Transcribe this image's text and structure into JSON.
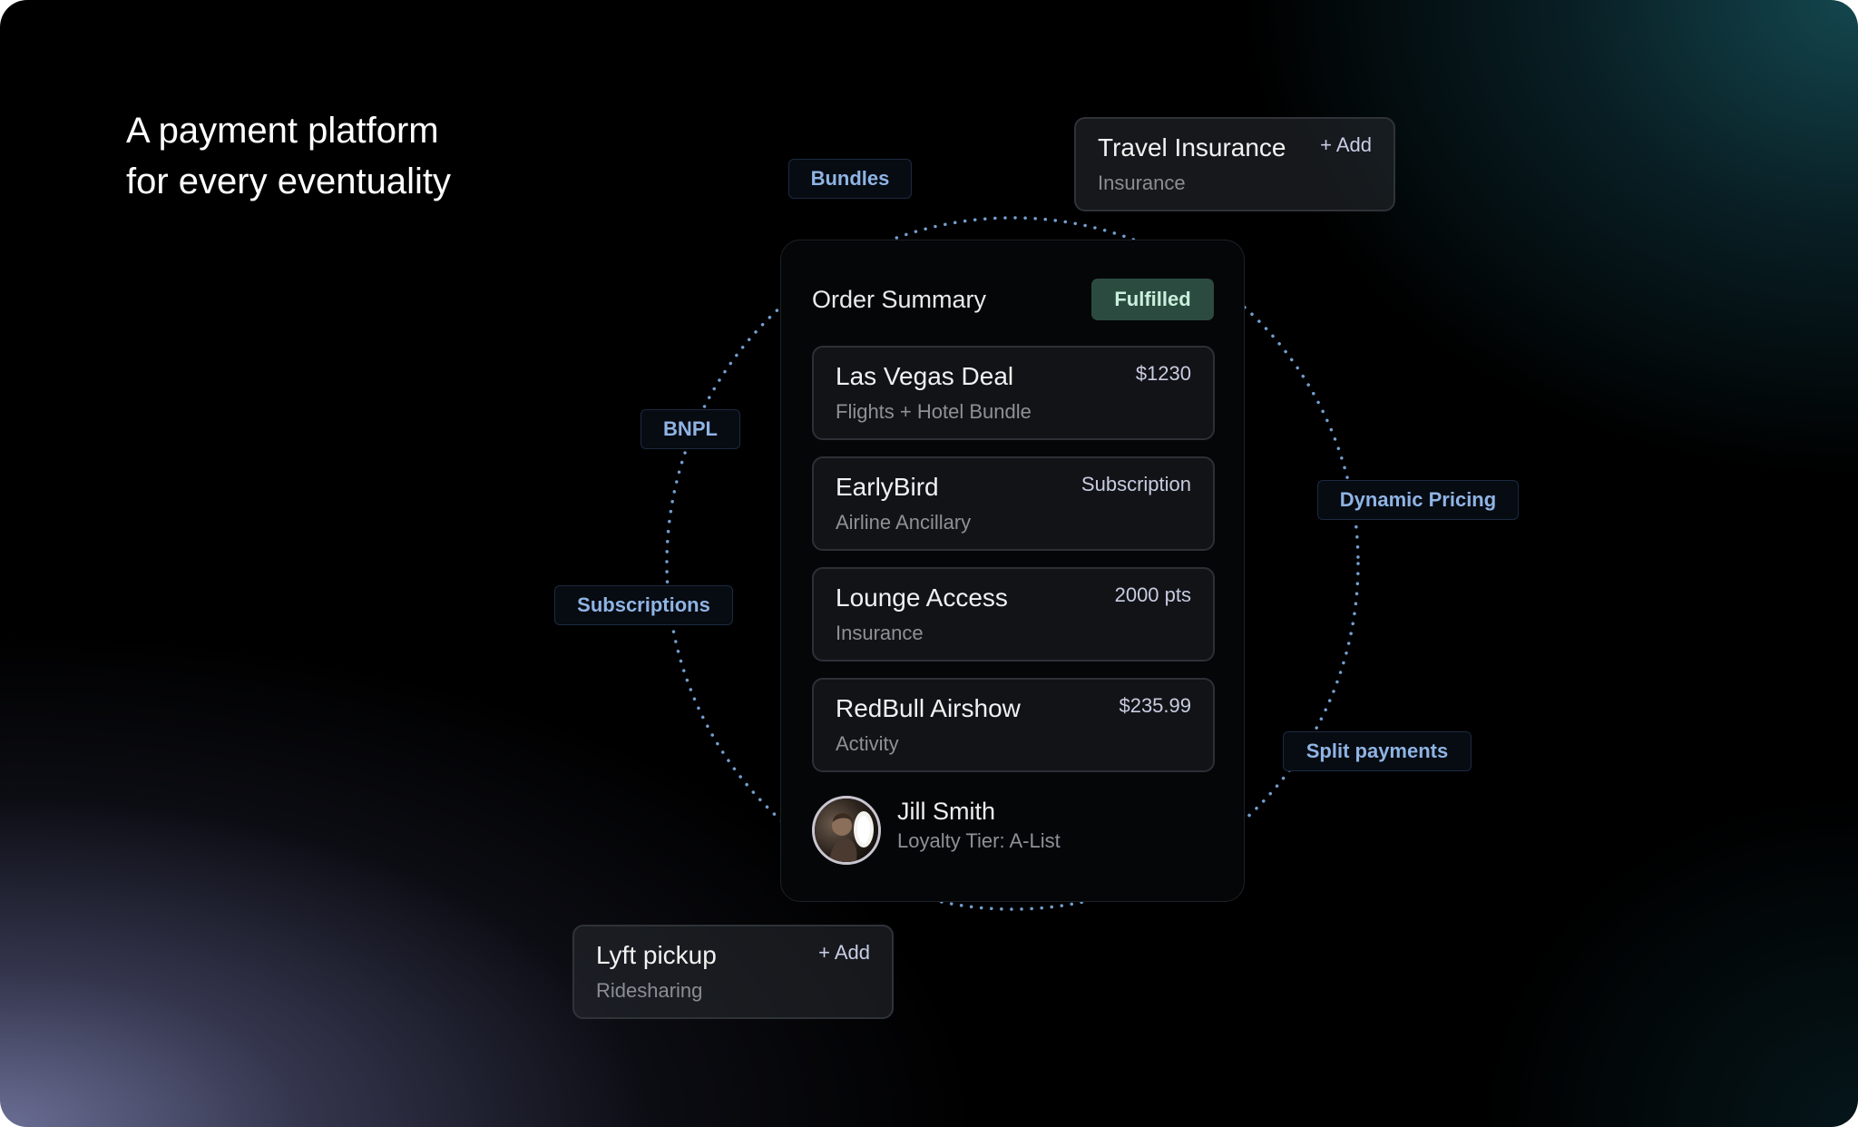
{
  "headline": {
    "line1": "A payment platform",
    "line2": "for every eventuality"
  },
  "chips": {
    "bundles": "Bundles",
    "bnpl": "BNPL",
    "subscriptions": "Subscriptions",
    "dynamic_pricing": "Dynamic Pricing",
    "split_payments": "Split payments"
  },
  "addon_cards": {
    "travel_insurance": {
      "title": "Travel Insurance",
      "subtitle": "Insurance",
      "add_label": "+ Add"
    },
    "lyft_pickup": {
      "title": "Lyft pickup",
      "subtitle": "Ridesharing",
      "add_label": "+ Add"
    }
  },
  "order_summary": {
    "title": "Order Summary",
    "status": "Fulfilled",
    "items": [
      {
        "title": "Las Vegas Deal",
        "subtitle": "Flights + Hotel Bundle",
        "value": "$1230"
      },
      {
        "title": "EarlyBird",
        "subtitle": "Airline Ancillary",
        "value": "Subscription"
      },
      {
        "title": "Lounge Access",
        "subtitle": "Insurance",
        "value": "2000 pts"
      },
      {
        "title": "RedBull Airshow",
        "subtitle": "Activity",
        "value": "$235.99"
      }
    ],
    "user": {
      "name": "Jill Smith",
      "tier": "Loyalty Tier: A-List"
    }
  },
  "colors": {
    "background": "#000000",
    "chip_text": "#8fb4e4",
    "status_badge": "#2c4b40",
    "ring_dots": "#7fb0e6"
  },
  "icons": {
    "avatar": "user-avatar-photo"
  }
}
